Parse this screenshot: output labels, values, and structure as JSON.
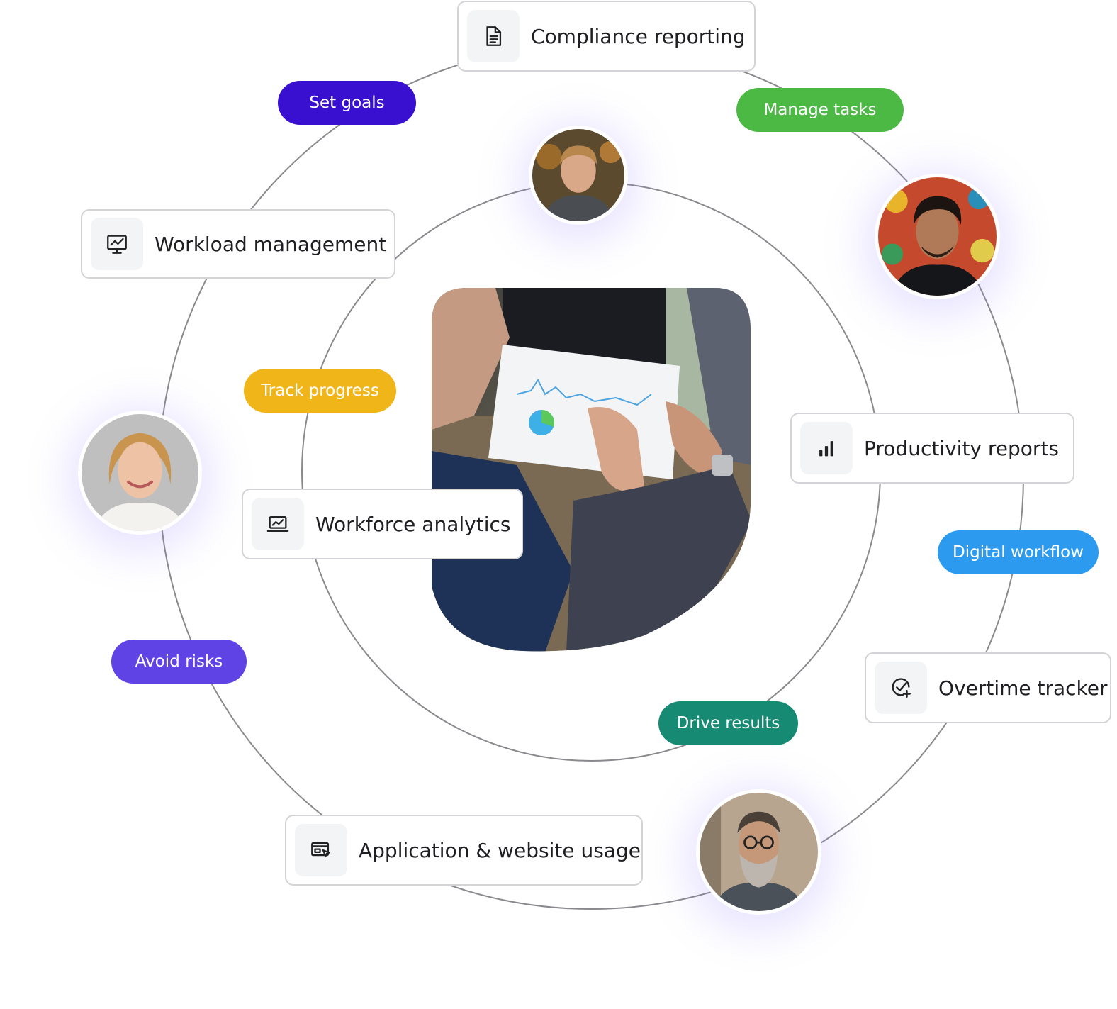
{
  "cards": {
    "compliance": {
      "label": "Compliance reporting",
      "icon": "document-icon"
    },
    "workload": {
      "label": "Workload management",
      "icon": "monitor-chart-icon"
    },
    "workforce": {
      "label": "Workforce analytics",
      "icon": "laptop-chart-icon"
    },
    "productivity": {
      "label": "Productivity reports",
      "icon": "bar-chart-icon"
    },
    "overtime": {
      "label": "Overtime tracker",
      "icon": "check-plus-icon"
    },
    "application": {
      "label": "Application & website usage",
      "icon": "browser-cursor-icon"
    }
  },
  "pills": {
    "set_goals": {
      "label": "Set goals",
      "color": "#3a10d0"
    },
    "manage_tasks": {
      "label": "Manage tasks",
      "color": "#4cb944"
    },
    "track_progress": {
      "label": "Track progress",
      "color": "#f0b519"
    },
    "digital_workflow": {
      "label": "Digital workflow",
      "color": "#2c9bef"
    },
    "avoid_risks": {
      "label": "Avoid risks",
      "color": "#6043e5"
    },
    "drive_results": {
      "label": "Drive results",
      "color": "#168a72"
    }
  },
  "colors": {
    "ring": "#8a8a8e",
    "card_border": "#d4d4d8",
    "icon_tile": "#f3f4f6",
    "avatar_glow": "#8b7aff"
  }
}
